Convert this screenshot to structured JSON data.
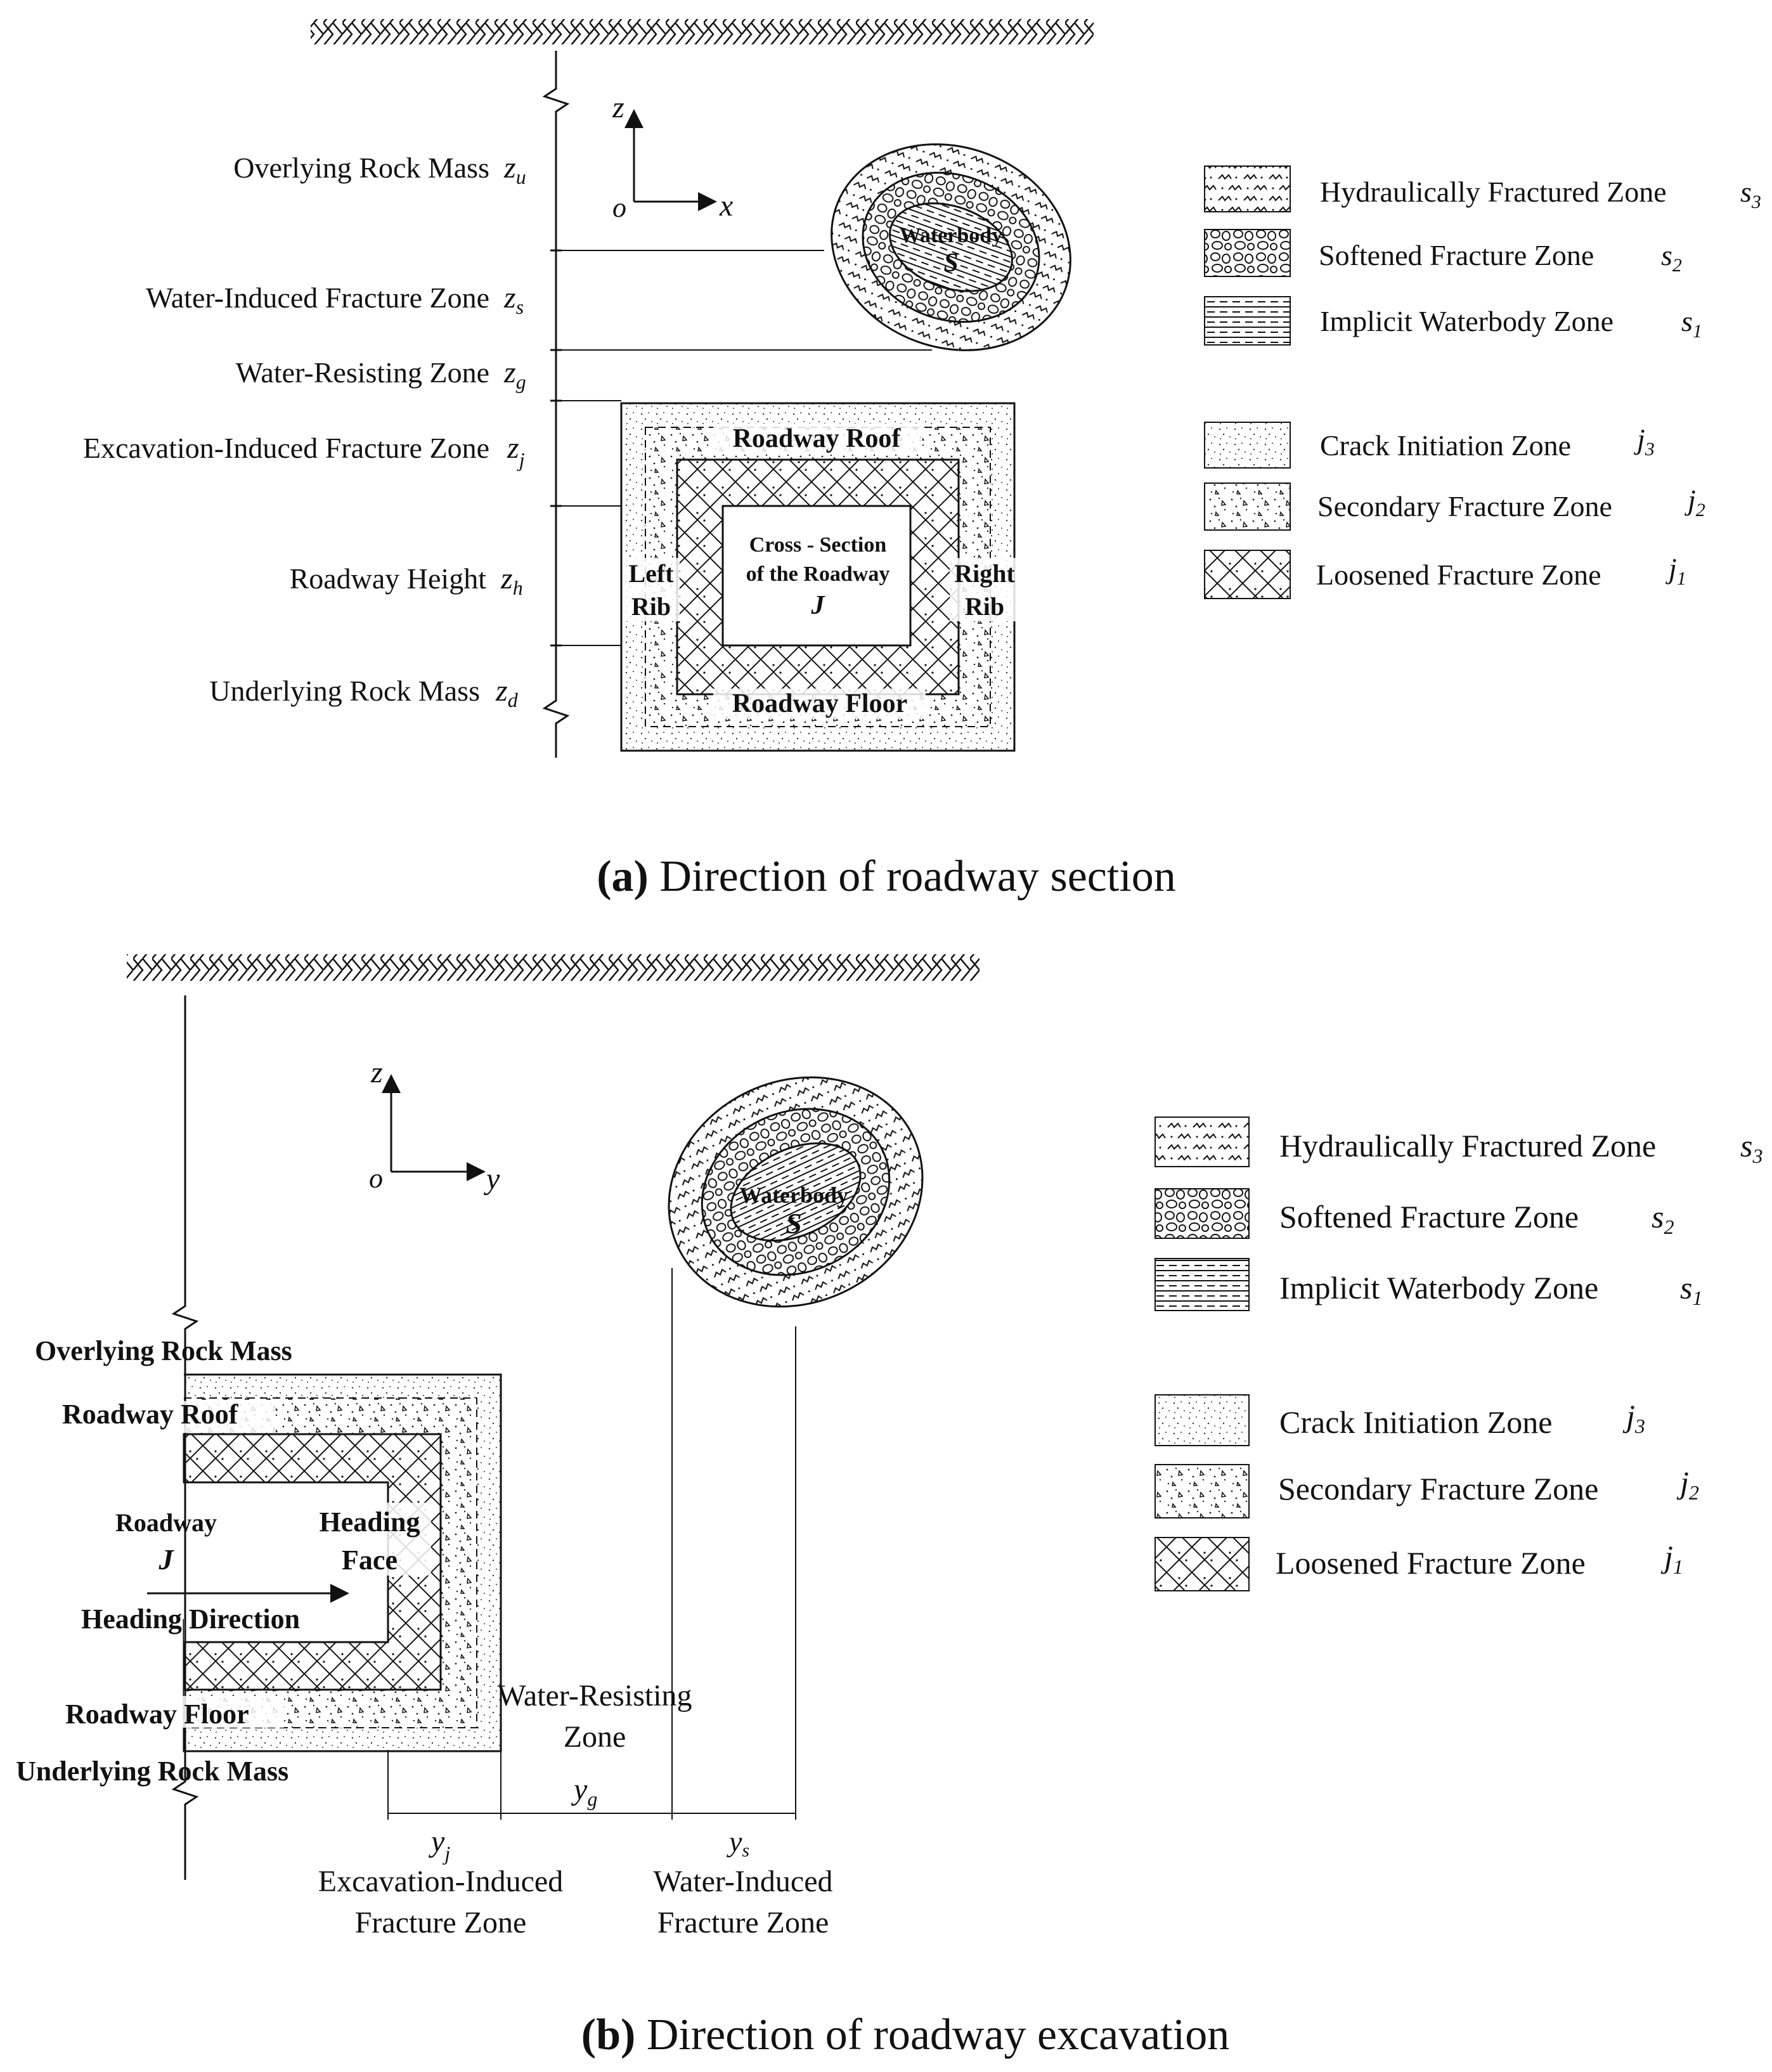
{
  "panel_a": {
    "caption_letter": "(a)",
    "caption_text": " Direction of roadway section",
    "axes": {
      "vertical": "z",
      "horizontal": "x",
      "origin": "o"
    },
    "strata": [
      {
        "label": "Overlying Rock Mass",
        "symbol": "z",
        "sub": "u"
      },
      {
        "label": "Water-Induced Fracture Zone",
        "symbol": "z",
        "sub": "s"
      },
      {
        "label": "Water-Resisting Zone",
        "symbol": "z",
        "sub": "g"
      },
      {
        "label": "Excavation-Induced Fracture Zone",
        "symbol": "z",
        "sub": "j"
      },
      {
        "label": "Roadway Height",
        "symbol": "z",
        "sub": "h"
      },
      {
        "label": "Underlying Rock Mass",
        "symbol": "z",
        "sub": "d"
      }
    ],
    "waterbody": {
      "label": "Waterbody",
      "symbol": "S"
    },
    "roadway": {
      "roof": "Roadway Roof",
      "floor": "Roadway Floor",
      "left_1": "Left",
      "left_2": "Rib",
      "right_1": "Right",
      "right_2": "Rib",
      "center_1": "Cross - Section",
      "center_2": "of the Roadway",
      "center_symbol": "J"
    }
  },
  "panel_b": {
    "caption_letter": "(b)",
    "caption_text": " Direction of roadway excavation",
    "axes": {
      "vertical": "z",
      "horizontal": "y",
      "origin": "o"
    },
    "labels": {
      "overlying": "Overlying Rock Mass",
      "roof": "Roadway Roof",
      "roadway": "Roadway",
      "roadway_symbol": "J",
      "heading_face_1": "Heading",
      "heading_face_2": "Face",
      "heading_direction": "Heading Direction",
      "floor": "Roadway Floor",
      "underlying": "Underlying Rock Mass",
      "water_resisting_1": "Water-Resisting",
      "water_resisting_2": "Zone",
      "excavation_1": "Excavation-Induced",
      "excavation_2": "Fracture Zone",
      "water_induced_1": "Water-Induced",
      "water_induced_2": "Fracture Zone"
    },
    "dims": [
      {
        "symbol": "y",
        "sub": "j"
      },
      {
        "symbol": "y",
        "sub": "g"
      },
      {
        "symbol": "y",
        "sub": "s"
      }
    ],
    "waterbody": {
      "label": "Waterbody",
      "symbol": "S"
    }
  },
  "legend": [
    {
      "label": "Hydraulically Fractured Zone",
      "symbol": "s",
      "sub": "3",
      "pattern": "hydraulic"
    },
    {
      "label": "Softened Fracture Zone",
      "symbol": "s",
      "sub": "2",
      "pattern": "softened"
    },
    {
      "label": "Implicit Waterbody Zone",
      "symbol": "s",
      "sub": "1",
      "pattern": "implicit"
    },
    {
      "label": "Crack Initiation Zone",
      "symbol": "j",
      "sub": "3",
      "pattern": "crack"
    },
    {
      "label": "Secondary Fracture Zone",
      "symbol": "j",
      "sub": "2",
      "pattern": "secondary"
    },
    {
      "label": "Loosened Fracture Zone",
      "symbol": "j",
      "sub": "1",
      "pattern": "loosened"
    }
  ]
}
